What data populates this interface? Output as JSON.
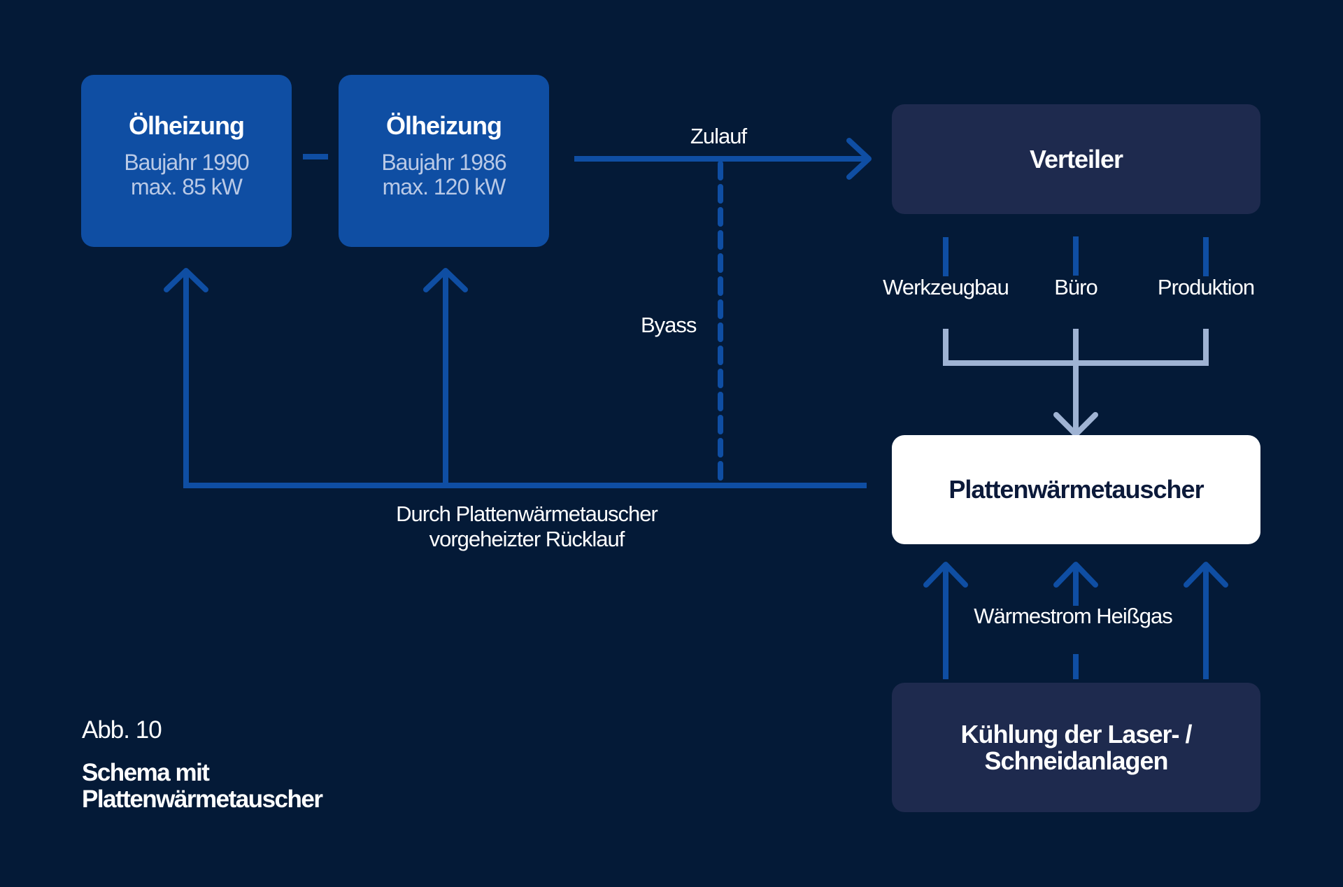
{
  "colors": {
    "background": "#041a37",
    "accent_blue": "#0f4ea3",
    "dark_box": "#1e2a4e",
    "light_gray_blue": "#9fb3d3",
    "white": "#ffffff"
  },
  "heaters": [
    {
      "title": "Ölheizung",
      "line1": "Baujahr 1990",
      "line2": "max. 85 kW"
    },
    {
      "title": "Ölheizung",
      "line1": "Baujahr 1986",
      "line2": "max. 120 kW"
    }
  ],
  "flow_labels": {
    "supply": "Zulauf",
    "bypass": "Byass",
    "return_line1": "Durch Plattenwärmetauscher",
    "return_line2": "vorgeheizter Rücklauf",
    "heat_flow": "Wärmestrom Heißgas"
  },
  "distributor": {
    "title": "Verteiler",
    "branches": [
      "Werkzeugbau",
      "Büro",
      "Produktion"
    ]
  },
  "heat_exchanger": {
    "title": "Plattenwärmetauscher"
  },
  "source": {
    "title_line1": "Kühlung der Laser- /",
    "title_line2": "Schneidanlagen"
  },
  "caption": {
    "figure": "Abb. 10",
    "title_line1": "Schema mit",
    "title_line2": "Plattenwärmetauscher"
  }
}
